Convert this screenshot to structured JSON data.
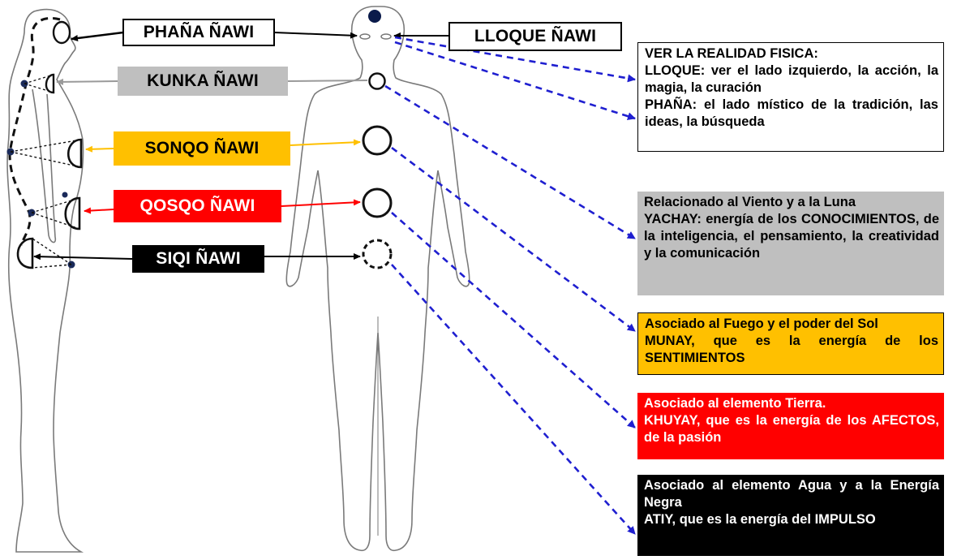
{
  "labels": {
    "phana_nawi": "PHAÑA ÑAWI",
    "lloque_nawi": "LLOQUE ÑAWI",
    "kunka_nawi": "KUNKA ÑAWI",
    "sonqo_nawi": "SONQO ÑAWI",
    "qosqo_nawi": "QOSQO ÑAWI",
    "siqi_nawi": "SIQI ÑAWI"
  },
  "descriptions": {
    "vision": {
      "lines": [
        "VER LA REALIDAD FISICA:",
        "LLOQUE: ver el lado izquierdo, la acción, la magia, la curación",
        "PHAÑA: el lado místico de la tradición, las ideas, la búsqueda"
      ]
    },
    "kunka": {
      "lines": [
        "Relacionado al Viento y a la Luna",
        "YACHAY: energía de los CONOCIMIENTOS, de la inteligencia, el pensamiento, la creatividad y la comunicación"
      ]
    },
    "sonqo": {
      "lines": [
        "Asociado al Fuego y el poder del Sol",
        "MUNAY, que es la energía de los SENTIMIENTOS"
      ]
    },
    "qosqo": {
      "lines": [
        "Asociado al elemento Tierra.",
        "KHUYAY, que es la energía de los AFECTOS, de la pasión"
      ]
    },
    "siqi": {
      "lines": [
        "Asociado al elemento Agua y a la Energía Negra",
        "ATIY, que es la energía del IMPULSO"
      ]
    }
  },
  "colors": {
    "kunka": "#bfbfbf",
    "sonqo": "#ffc000",
    "qosqo": "#ff0000",
    "siqi": "#000000",
    "connector": "#1f1fd0"
  }
}
